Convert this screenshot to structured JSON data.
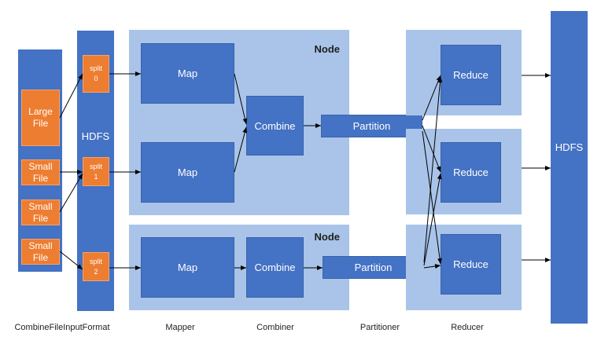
{
  "input_column": {
    "files": [
      {
        "label": "Large\nFile"
      },
      {
        "label": "Small\nFile"
      },
      {
        "label": "Small\nFile"
      },
      {
        "label": "Small\nFile"
      }
    ]
  },
  "hdfs_left": {
    "label": "HDFS",
    "splits": [
      {
        "label": "split\n0"
      },
      {
        "label": "split\n1"
      },
      {
        "label": "split\n2"
      }
    ]
  },
  "nodes": [
    {
      "title": "Node",
      "maps": [
        "Map",
        "Map"
      ],
      "combine": "Combine",
      "partition": "Partition"
    },
    {
      "title": "Node",
      "maps": [
        "Map"
      ],
      "combine": "Combine",
      "partition": "Partition"
    }
  ],
  "reducers": [
    "Reduce",
    "Reduce",
    "Reduce"
  ],
  "hdfs_right": {
    "label": "HDFS"
  },
  "bottom_labels": {
    "input_format": "CombineFileInputFormat",
    "mapper": "Mapper",
    "combiner": "Combiner",
    "partitioner": "Partitioner",
    "reducer": "Reducer"
  },
  "colors": {
    "blue": "#4472c4",
    "light_blue": "#a9c4e8",
    "orange": "#ed7d31",
    "arrow": "#000000"
  }
}
